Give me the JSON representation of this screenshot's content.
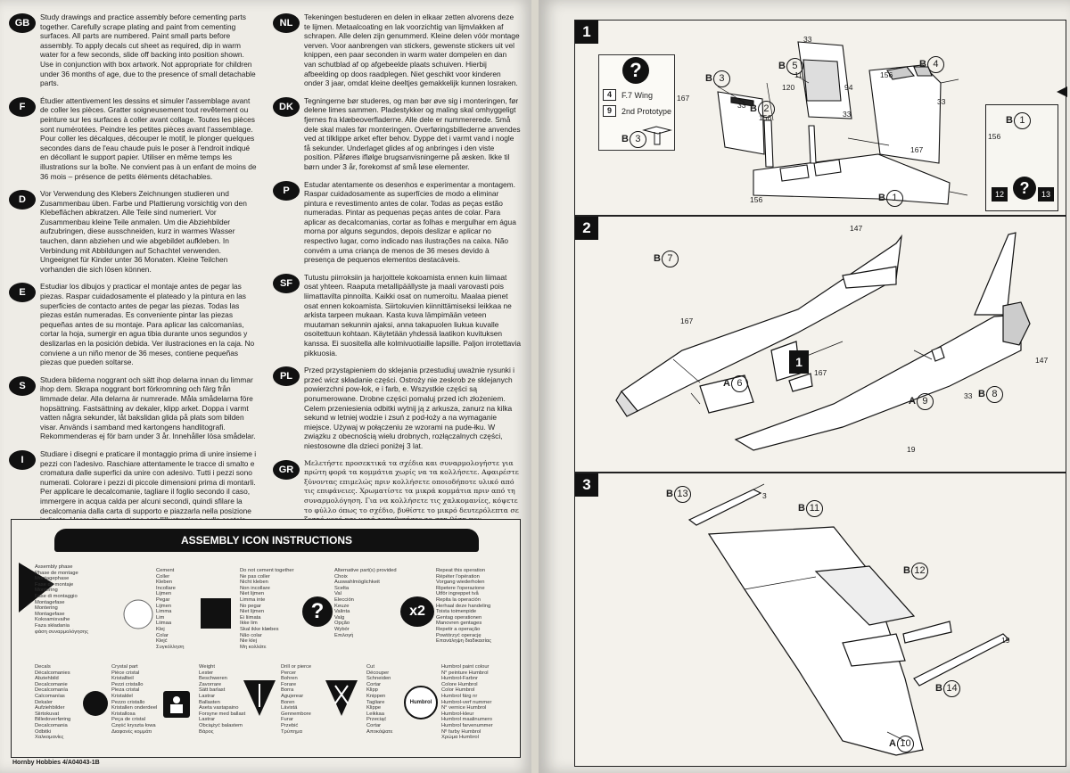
{
  "languages": [
    {
      "code": "GB",
      "text": "Study drawings and practice assembly before cementing parts together. Carefully scrape plating and paint from cementing surfaces. All parts are numbered. Paint small parts before assembly. To apply decals cut sheet as required, dip in warm water for a few seconds, slide off backing into position shown. Use in conjunction with box artwork. Not appropriate for children under 36 months of age, due to the presence of small detachable parts."
    },
    {
      "code": "F",
      "text": "Étudier attentivement les dessins et simuler l'assemblage avant de coller les pièces. Gratter soigneusement tout revêtement ou peinture sur les surfaces à coller avant collage. Toutes les pièces sont numérotées. Peindre les petites pièces avant l'assemblage. Pour coller les décalques, découper le motif, le plonger quelques secondes dans de l'eau chaude puis le poser à l'endroit indiqué en décollant le support papier. Utiliser en même temps les illustrations sur la boîte. Ne convient pas à un enfant de moins de 36 mois – présence de petits éléments détachables."
    },
    {
      "code": "D",
      "text": "Vor Verwendung des Klebers Zeichnungen studieren und Zusammenbau üben. Farbe und Plattierung vorsichtig von den Klebeflächen abkratzen. Alle Teile sind numeriert. Vor Zusammenbau kleine Teile anmalen. Um die Abziehbilder aufzubringen, diese ausschneiden, kurz in warmes Wasser tauchen, dann abziehen und wie abgebildet aufkleben. In Verbindung mit Abbildungen auf Schachtel verwenden. Ungeeignet für Kinder unter 36 Monaten. Kleine Teilchen vorhanden die sich lösen können."
    },
    {
      "code": "E",
      "text": "Estudiar los dibujos y practicar el montaje antes de pegar las piezas. Raspar cuidadosamente el plateado y la pintura en las superficies de contacto antes de pegar las piezas. Todas las piezas están numeradas. Es conveniente pintar las piezas pequeñas antes de su montaje. Para aplicar las calcomanías, cortar la hoja, sumergir en agua tibia durante unos segundos y deslizarlas en la posición debida. Ver ilustraciones en la caja. No conviene a un niño menor de 36 meses, contiene pequeñas piezas que pueden soltarse."
    },
    {
      "code": "S",
      "text": "Studera bilderna noggrant och sätt ihop delarna innan du limmar ihop dem. Skrapa noggrant bort förkromning och färg från limmade delar. Alla delarna är numrerade. Måla smådelarna före hopsättning. Fastsättning av dekaler, klipp arket. Doppa i varmt vatten några sekunder, låt bakslidan glida på plats som bilden visar. Används i samband med kartongens handlitografi. Rekommenderas ej för barn under 3 år. Innehåller lösa smådelar."
    },
    {
      "code": "I",
      "text": "Studiare i disegni e praticare il montaggio prima di unire insieme i pezzi con l'adesivo. Raschiare attentamente le tracce di smalto e cromatura dalle superfici da unire con adesivo. Tutti i pezzi sono numerati. Colorare i pezzi di piccole dimensioni prima di montarli. Per applicare le decalcomanie, tagliare il foglio secondo il caso, immergere in acqua calda per alcuni secondi, quindi sfilare la decalcomania dalla carta di supporto e piazzarla nella posizione indicata. Usare in congiunzione con l'illustrazione sulla scatola. Non adatto ad un bambino di età inferiore ai 36 mesi dovuto alla presenza di piccoli elementi staccabili."
    },
    {
      "code": "NL",
      "text": "Tekeningen bestuderen en delen in elkaar zetten alvorens deze te lijmen. Metaalcoating en lak voorzichtig van lijmvlakken af schrapen. Alle delen zijn genummerd. Kleine delen vóór montage verven. Voor aanbrengen van stickers, gewenste stickers uit vel knippen, een paar seconden in warm water dompelen en dan van schutblad af op afgebeelde plaats schuiven. Hierbij afbeelding op doos raadplegen. Niet geschikt voor kinderen onder 3 jaar, omdat kleine deeltjes gemakkelijk kunnen losraken."
    },
    {
      "code": "DK",
      "text": "Tegningerne bør studeres, og man bør øve sig i monteringen, før delene limes sammen. Pladestykker og maling skal omhyggeligt fjernes fra klæbeoverfladerne. Alle dele er nummererede. Små dele skal males før monteringen. Overføringsbillederne anvendes ved at tilklippe arket efter behov. Dyppe det i varmt vand i nogle få sekunder. Underlaget glides af og anbringes i den viste position. Påføres iflølge brugsanvisningerne på æsken. Ikke til børn under 3 år, forekomst af små løse elementer."
    },
    {
      "code": "P",
      "text": "Estudar atentamente os desenhos e experimentar a montagem. Raspar cuidadosamente as superfícies de modo a eliminar pintura e revestimento antes de colar. Todas as peças estão numeradas. Pintar as pequenas peças antes de colar. Para aplicar as decalcomanias, cortar as folhas e mergulhar em água morna por alguns segundos, depois deslizar e aplicar no respectivo lugar, como indicado nas ilustrações na caixa. Não convém a uma criança de menos de 36 meses devido à presença de pequenos elementos destacáveis."
    },
    {
      "code": "SF",
      "text": "Tutustu piirroksiin ja harjoittele kokoamista ennen kuin liimaat osat yhteen. Raaputa metallipäällyste ja maali varovasti pois liimattavilta pinnoilta. Kaikki osat on numeroitu. Maalaa pienet osat ennen kokoamista. Siirtokuvien kiinnittämiseksi leikkaa ne arkista tarpeen mukaan. Kasta kuva lämpimään veteen muutaman sekunnin ajaksi, anna takapuolen liukua kuvalle osoitettuun kohtaan. Käytetään yhdessä laatikon kuvituksen kanssa. Ei suositella alle kolmivuotiaille lapsille. Paljon irrotettavia pikkuosia."
    },
    {
      "code": "PL",
      "text": "Przed przystąpieniem do sklejania przestudiuj uważnie rysunki i przeć wicz składanie części. Ostroży nie zeskrob ze sklejanych powierzchni pow-łok, e i farb, e. Wszystkie części są ponumerowane. Drobne części pomaluj przed ich złożeniem. Celem przeniesienia odbitki wytnij ją z arkusza, zanurz na kilka sekund w letniej wodzie i zsuń z pod-łoży a na wymaganie miejsce. Używaj w połączeniu ze wzorami na pude-łku. W związku z obecnością wielu drobnych, rozłączalnych części, niestosowne dla dzieci poniżej 3 lat."
    },
    {
      "code": "GR",
      "text": "Μελετήστε προσεκτικά τα σχέδια και συναρμολογήστε για πρώτη φορά τα κομμάτια χωρίς να τα κολλήσετε. Αφαιρέστε ξύνοντας επιμελώς πριν κολλήσετε οποιοδήποτε υλικό από τις επιφάνειες. Χρωματίστε τα μικρά κομμάτια πριν από τη συναρμολόγηση. Για να κολλήσετε τις χαλκομανίες, κόψετε το φύλλο όπως το σχέδιο, βυθίστε το μικρό δευτερόλεπτα σε ζεστό νερό και μετά τοποθετήστε το στη θέση που υποδεικνύεται, αφαιρώντας την καλυπτική μεμβράνη. Λάβετε υπόψη σας ταυτόχρονα την εικονογράφηση του κουτιού. Ακατάλληλο για παιδιά ηλικίας κάτω των 36 μηνών. Υπάρχουν μικρά κομμάτια που αποσπούνται."
    }
  ],
  "icons": {
    "title": "ASSEMBLY ICON INSTRUCTIONS",
    "blocks": [
      {
        "key": "phase",
        "lines": [
          "Assembly phase",
          "Phase de montage",
          "Montagephase",
          "Fase de montaje",
          "Montering",
          "Fase di montaggio",
          "Montagefase",
          "Montering",
          "Montagefase",
          "Kokoamisvaihe",
          "Faza składania",
          "φάση συναρμολόγησης"
        ]
      },
      {
        "key": "cement",
        "lines": [
          "Cement",
          "Coller",
          "Kleben",
          "Incollare",
          "Lijmen",
          "Pegar",
          "Lijmen",
          "Limma",
          "Lim",
          "Liimaa",
          "Klej",
          "Colar",
          "Klejć",
          "Συγκόλληση"
        ]
      },
      {
        "key": "nocement",
        "lines": [
          "Do not cement together",
          "Ne pas coller",
          "Nicht kleben",
          "Non incollare",
          "Niet lijmen",
          "Limma inte",
          "No pegar",
          "Niet lijmen",
          "Ei liimata",
          "Ikke lim",
          "Skal ikke klæbes",
          "Não colar",
          "Nie klej",
          "Μη κολλάτε"
        ]
      },
      {
        "key": "alt",
        "lines": [
          "Alternative part(s) provided",
          "Choix",
          "Auswahlmöglichkeit",
          "Scelta",
          "Val",
          "Elección",
          "Keuze",
          "Valinta",
          "Valg",
          "Opção",
          "Wybór",
          "Επιλογή"
        ]
      },
      {
        "key": "repeat",
        "lines": [
          "Repeat this operation",
          "Répéter l'opération",
          "Vorgang wiederholen",
          "Ripetere l'operazione",
          "Utför ingreppet två",
          "Repita la operación",
          "Herhaal deze handeling",
          "Toista toimenpide",
          "Gentag operationen",
          "Manovren gentages",
          "Repetir a operação",
          "Powtórzyć operację",
          "Επανάληψη διαδικασίας"
        ]
      },
      {
        "key": "decals",
        "lines": [
          "Decals",
          "Décalcomanies",
          "Abziehbild",
          "Decalcomanie",
          "Decalcomanía",
          "Calcomanías",
          "Dekaler",
          "Aufziehbilder",
          "Siirtokuvat",
          "Billedoverføring",
          "Decalcomania",
          "Odbitki",
          "Χαλκομανίες"
        ]
      },
      {
        "key": "crystal",
        "lines": [
          "Crystal part",
          "Pièce cristal",
          "Kristallteil",
          "Pezzi cristallo",
          "Pieza cristal",
          "Kristaldel",
          "Pezzo cristallo",
          "Kristallen onderdeel",
          "Kristallosa",
          "Peça de cristal",
          "Część kryszta łowa",
          "Διαφανές κομμάτι"
        ]
      },
      {
        "key": "weight",
        "lines": [
          "Weight",
          "Lester",
          "Beschweren",
          "Zavorrare",
          "Sätt barlast",
          "Lastrar",
          "Ballasten",
          "Aseta vastapaino",
          "Forsyne med ballast",
          "Lastrar",
          "Obciążyć balastem",
          "Βάρος"
        ]
      },
      {
        "key": "drill",
        "lines": [
          "Drill or pierce",
          "Percer",
          "Bohren",
          "Forare",
          "Borra",
          "Agujerear",
          "Boren",
          "Lävistä",
          "Gennembore",
          "Furar",
          "Przebić",
          "Τρύπημα"
        ]
      },
      {
        "key": "cut",
        "lines": [
          "Cut",
          "Découper",
          "Schneiden",
          "Cortar",
          "Klipp",
          "Knippen",
          "Tagliare",
          "Klippe",
          "Leikkaa",
          "Przeciąć",
          "Cortar",
          "Αποκόψατε"
        ]
      },
      {
        "key": "humbrol",
        "lines": [
          "Humbrol paint colour",
          "N° peinture Humbrol",
          "Humbrol-Farbnr",
          "Colore Humbrol",
          "Color Humbrol",
          "Humbrol färg nr",
          "Humbrol-verf nummer",
          "N° vernice Humbrol",
          "Humbrol-kleur",
          "Humbrol maalinumero",
          "Humbrol farvenummer",
          "Nº farby Humbrol",
          "Χρώμα Humbrol"
        ]
      }
    ],
    "x2_label": "x2",
    "q_label": "?",
    "humbrol_label": "Humbrol"
  },
  "footer": "Hornby Hobbies 4/A04043-1B",
  "steps": [
    {
      "num": "1"
    },
    {
      "num": "2"
    },
    {
      "num": "3"
    }
  ],
  "step1": {
    "legend": [
      {
        "num": "4",
        "label": "F.7 Wing"
      },
      {
        "num": "9",
        "label": "2nd Prototype"
      }
    ],
    "q": "?",
    "callouts": [
      {
        "sprue": "B",
        "part": "3"
      },
      {
        "sprue": "B",
        "part": "5"
      },
      {
        "sprue": "B",
        "part": "2"
      },
      {
        "sprue": "B",
        "part": "4"
      },
      {
        "sprue": "B",
        "part": "3"
      },
      {
        "sprue": "B",
        "part": "1"
      },
      {
        "sprue": "B",
        "part": "1"
      }
    ],
    "numbers": [
      "33",
      "11",
      "120",
      "94",
      "33",
      "33",
      "156",
      "167",
      "156",
      "167",
      "156",
      "33",
      "12",
      "13",
      "156"
    ]
  },
  "step2": {
    "callouts": [
      {
        "sprue": "B",
        "part": "7"
      },
      {
        "sprue": "A",
        "part": "6"
      },
      {
        "sprue": "A",
        "part": "9"
      },
      {
        "sprue": "B",
        "part": "8"
      }
    ],
    "ref_step": "1",
    "numbers": [
      "147",
      "167",
      "167",
      "147",
      "33",
      "19"
    ]
  },
  "step3": {
    "callouts": [
      {
        "sprue": "B",
        "part": "13"
      },
      {
        "sprue": "B",
        "part": "11"
      },
      {
        "sprue": "B",
        "part": "12"
      },
      {
        "sprue": "B",
        "part": "14"
      },
      {
        "sprue": "A",
        "part": "10"
      }
    ],
    "numbers": [
      "3",
      "19"
    ]
  }
}
